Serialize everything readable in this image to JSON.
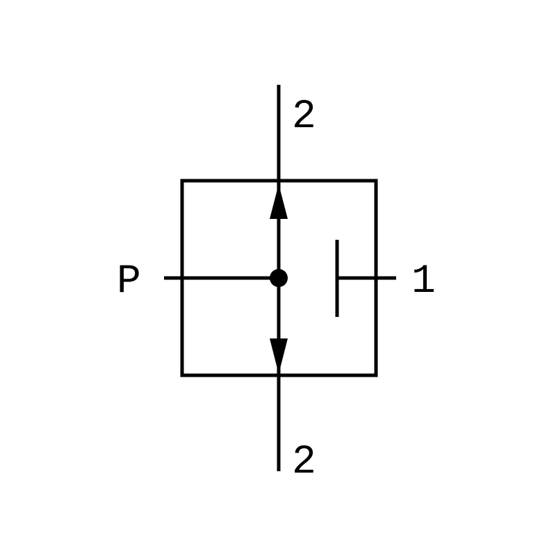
{
  "diagram": {
    "labels": {
      "top_port": "2",
      "bottom_port": "2",
      "pressure_port": "P",
      "right_port": "1"
    },
    "colors": {
      "stroke": "#000000",
      "background": "#ffffff"
    }
  }
}
